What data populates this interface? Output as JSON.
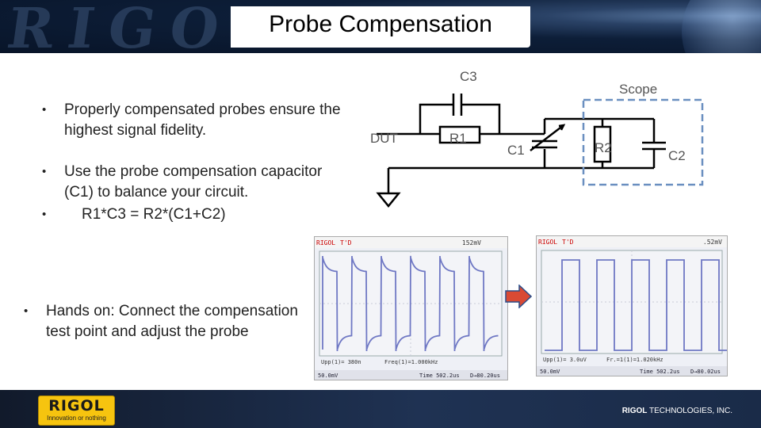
{
  "header": {
    "watermark": "RIGOL",
    "title": "Probe Compensation"
  },
  "bullets": [
    {
      "dot": "•",
      "text": "Properly compensated probes ensure the highest signal fidelity."
    },
    {
      "dot": "•",
      "text": "Use the probe compensation capacitor (C1) to balance your circuit."
    },
    {
      "dot": "•",
      "text": "R1*C3 = R2*(C1+C2)"
    },
    {
      "dot": "•",
      "text": "Hands on: Connect the compensation test point and adjust the probe"
    }
  ],
  "circuit": {
    "labels": {
      "c3": "C3",
      "scope": "Scope",
      "dut": "DUT",
      "r1": "R1",
      "c1": "C1",
      "r2": "R2",
      "c2": "C2"
    }
  },
  "scope_left": {
    "brand": "RIGOL",
    "mode": "T'D",
    "trig_value": "152mV",
    "meas1": "Upp(1)= 380n",
    "meas2": "Freq(1)=1.000kHz",
    "ch1_scale": "50.0mV",
    "time": "Time 502.2us",
    "delay": "D→80.20us",
    "waveform": "overcompensated"
  },
  "scope_right": {
    "brand": "RIGOL",
    "mode": "T'D",
    "trig_value": ".52mV",
    "meas1": "Upp(1)= 3.0uV",
    "meas2": "Fr.=1(1)=1.020kHz",
    "ch1_scale": "50.0mV",
    "time": "Time 502.2us",
    "delay": "D→80.02us",
    "waveform": "compensated"
  },
  "footer": {
    "logo_word": "RIGOL",
    "logo_tag": "Innovation or nothing",
    "company_brand": "RIGOL",
    "company_rest": " TECHNOLOGIES, INC."
  },
  "colors": {
    "trace": "#6f78c4",
    "arrow": "#d94a34",
    "circuit_line": "#000000",
    "scope_box": "#6a8fc0",
    "logo_yellow": "#f6c40f"
  }
}
